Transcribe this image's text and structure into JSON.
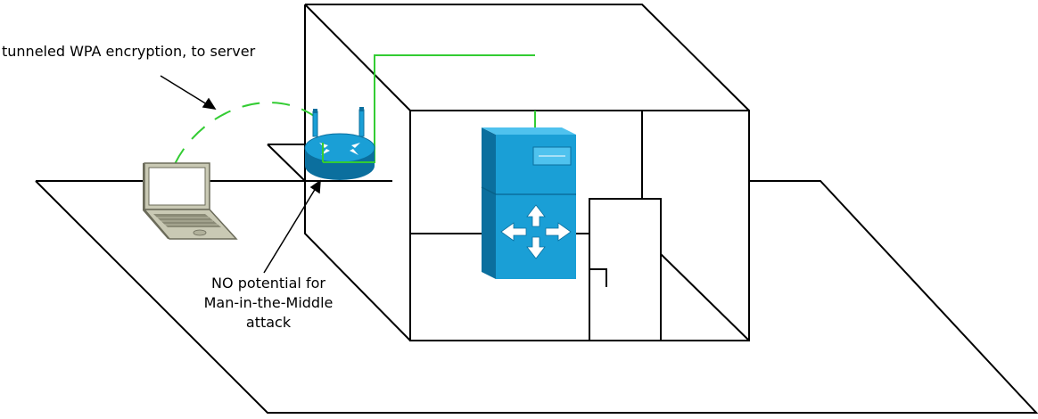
{
  "annotations": {
    "tunnel_label": "tunneled WPA encryption, to server",
    "mitm_label_line1": "NO potential for",
    "mitm_label_line2": "Man-in-the-Middle",
    "mitm_label_line3": "attack"
  },
  "colors": {
    "line": "#000000",
    "tunnel": "#33cc33",
    "device_blue": "#1a9fd6",
    "device_dark": "#0b6f9e",
    "device_light": "#4fc2ee",
    "laptop_body": "#c9c9b4",
    "laptop_dark": "#6b6b5a"
  },
  "icons": {
    "laptop": "laptop-icon",
    "access_point": "wireless-router-icon",
    "server": "switch-server-icon"
  }
}
